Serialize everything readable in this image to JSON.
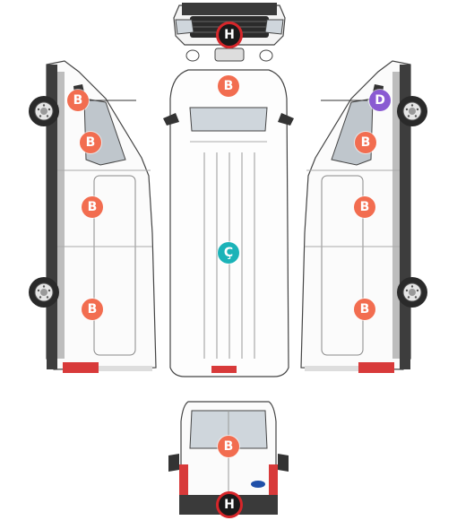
{
  "colors": {
    "B": "#f26d50",
    "C": "#1bb3b8",
    "D": "#8a5bd2",
    "H": "#1a1a1a",
    "H_ring": "#d7262a"
  },
  "markers": [
    {
      "id": "front-h",
      "code": "H",
      "colorKey": "H"
    },
    {
      "id": "left-b1",
      "code": "B",
      "colorKey": "B"
    },
    {
      "id": "left-b2",
      "code": "B",
      "colorKey": "B"
    },
    {
      "id": "left-b3",
      "code": "B",
      "colorKey": "B"
    },
    {
      "id": "left-b4",
      "code": "B",
      "colorKey": "B"
    },
    {
      "id": "top-b",
      "code": "B",
      "colorKey": "B"
    },
    {
      "id": "top-c",
      "code": "Ç",
      "colorKey": "C"
    },
    {
      "id": "right-d",
      "code": "D",
      "colorKey": "D"
    },
    {
      "id": "right-b1",
      "code": "B",
      "colorKey": "B"
    },
    {
      "id": "right-b2",
      "code": "B",
      "colorKey": "B"
    },
    {
      "id": "right-b3",
      "code": "B",
      "colorKey": "B"
    },
    {
      "id": "rear-b",
      "code": "B",
      "colorKey": "B"
    },
    {
      "id": "rear-h",
      "code": "H",
      "colorKey": "H"
    }
  ]
}
